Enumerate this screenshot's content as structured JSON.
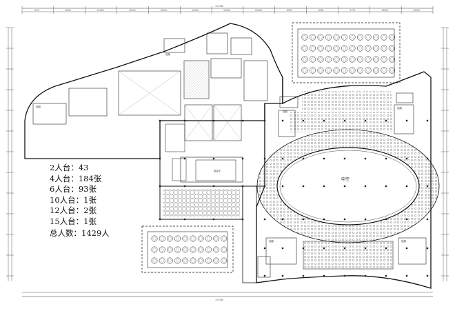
{
  "plan": {
    "dimensions_top": [
      "7010",
      "6000",
      "10000",
      "10000",
      "10000",
      "10000",
      "10000",
      "10000",
      "8300",
      "6062",
      "9737",
      "10000",
      "10000"
    ],
    "overall_top": "137400",
    "overall_bottom": "137400",
    "atrium_label": "中空",
    "room_labels": [
      "宴会厅",
      "包厢",
      "包厢",
      "包厢",
      "包厢",
      "包厢",
      "包厢"
    ]
  },
  "legend": {
    "lines": [
      "2人台：43",
      "4人台：184张",
      "6人台：93张",
      "10人台：1张",
      "12人台：2张",
      "15人台：1张"
    ],
    "total": "总人数：1429人"
  }
}
